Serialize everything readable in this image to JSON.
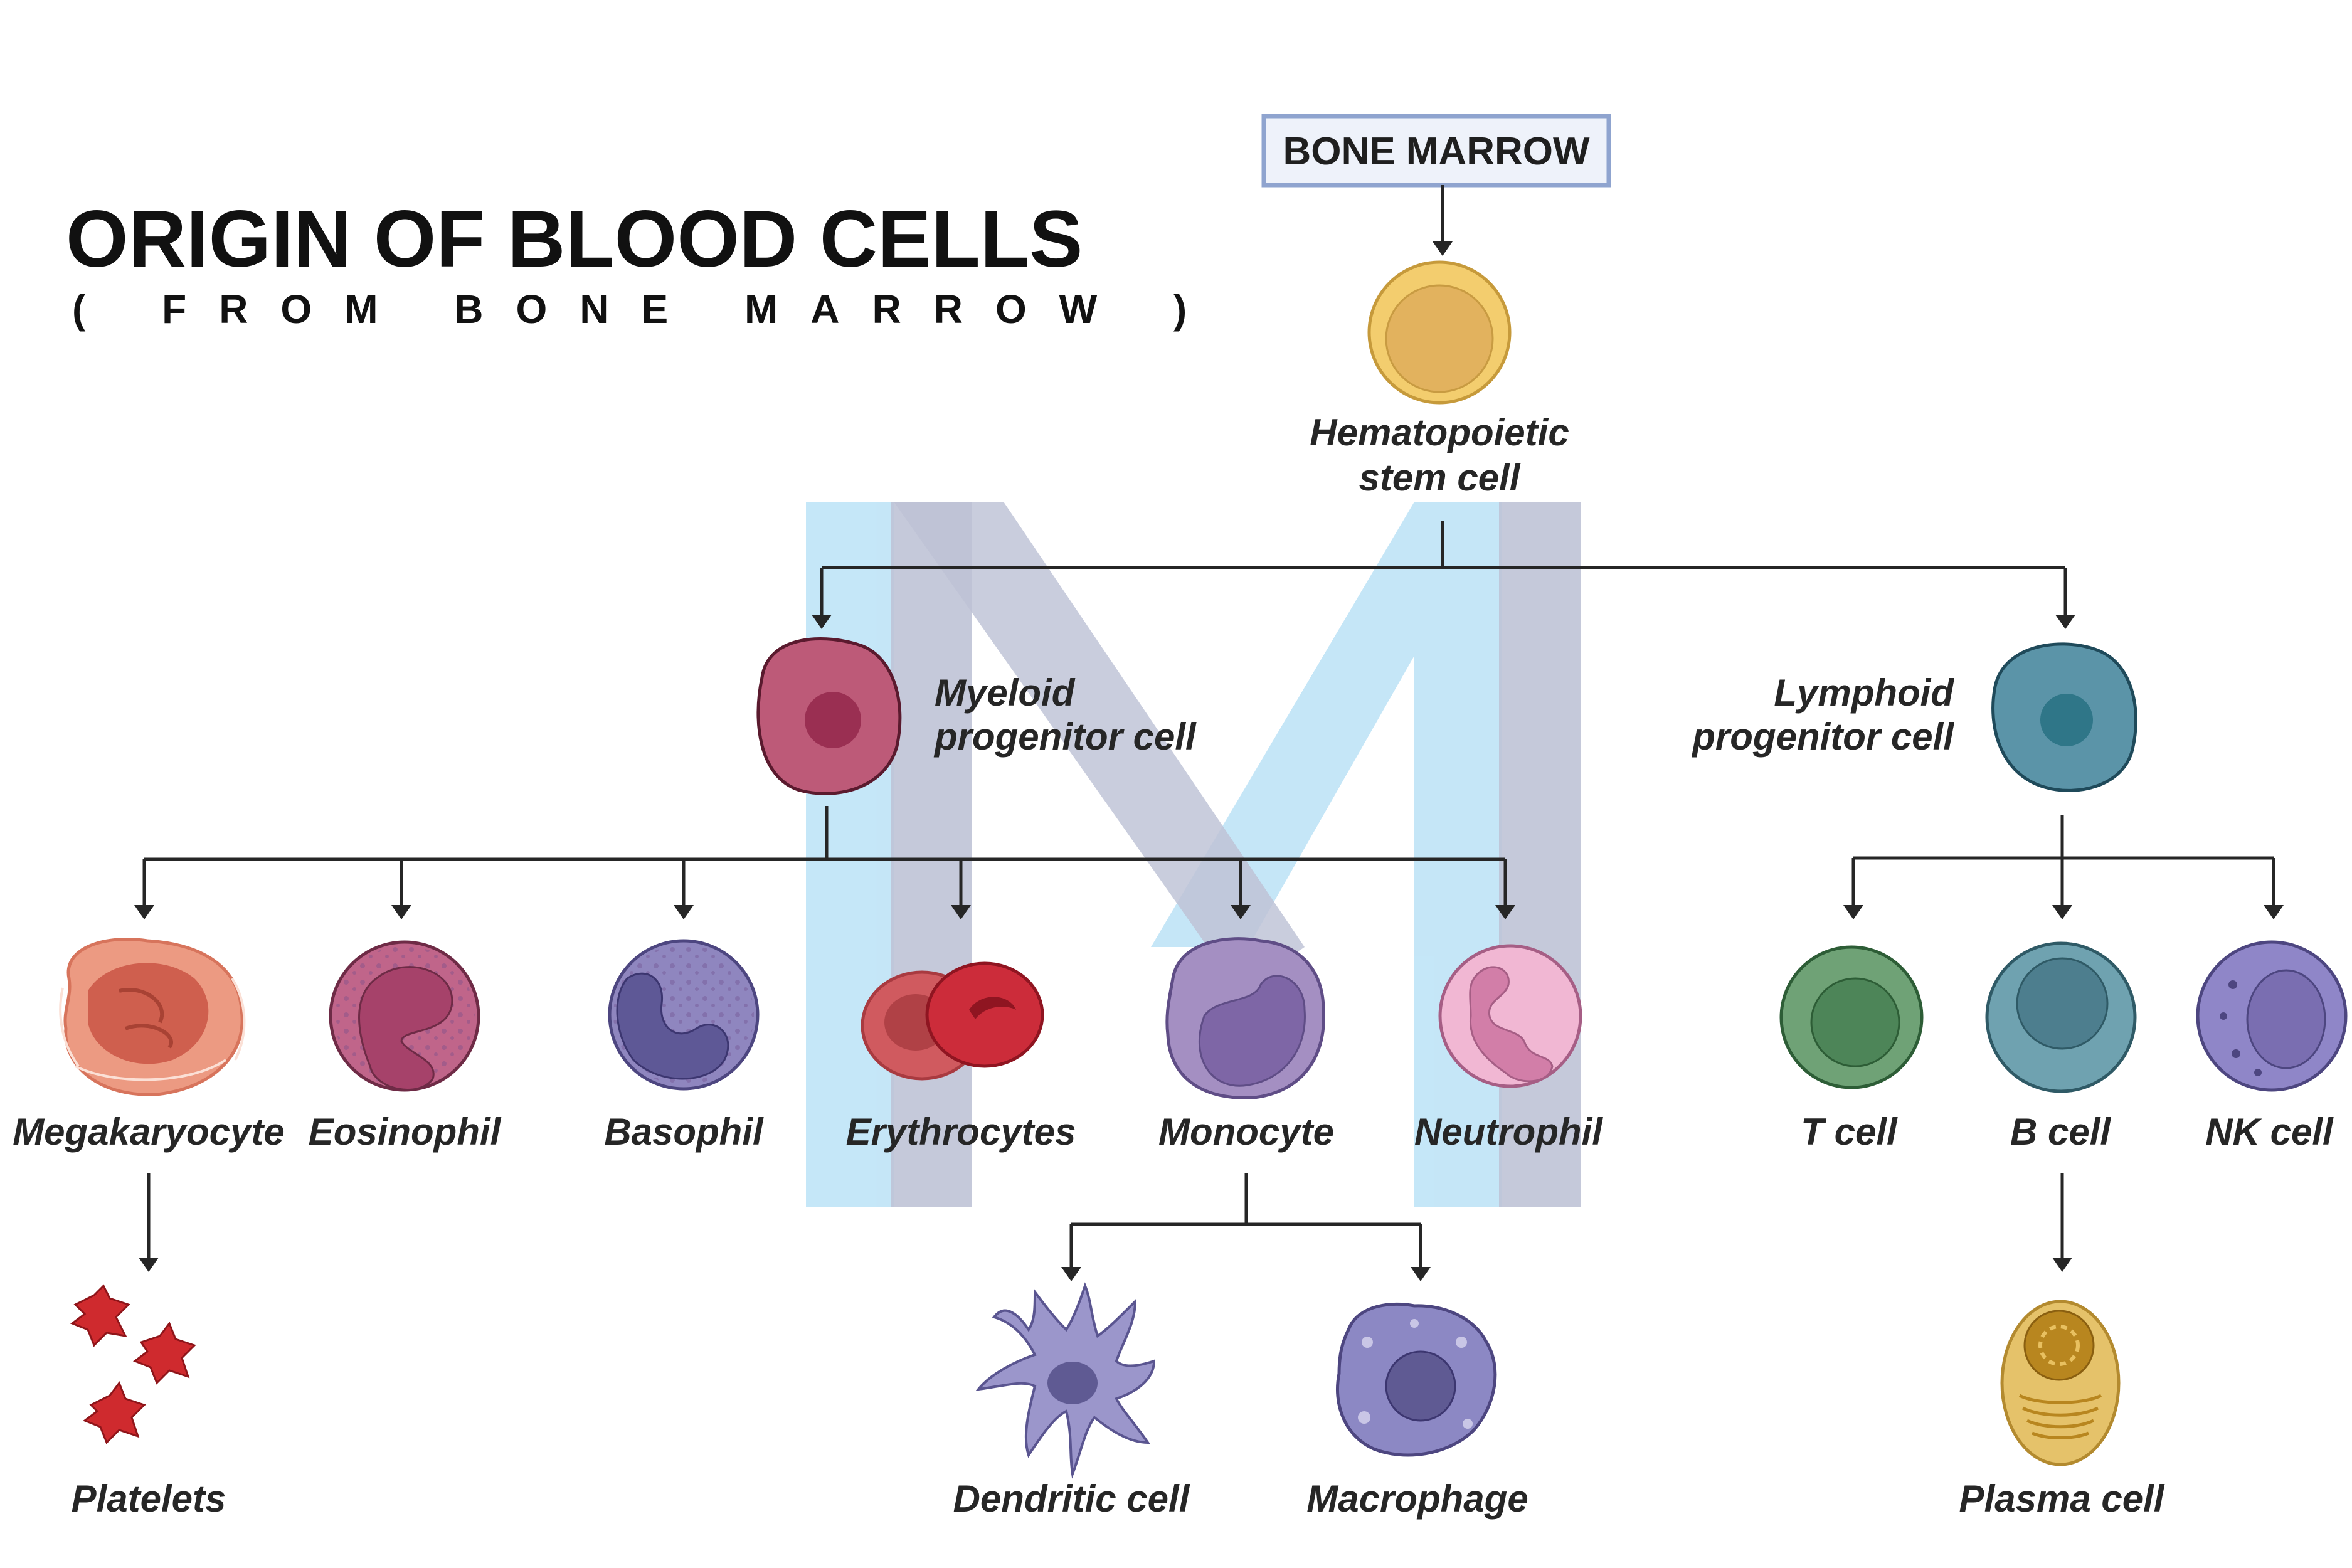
{
  "title": "ORIGIN OF BLOOD CELLS",
  "subtitle": "( FROM BONE MARROW )",
  "source_box": "BONE MARROW",
  "cells": {
    "hsc": [
      "Hematopoietic",
      "stem cell"
    ],
    "myeloid": [
      "Myeloid",
      "progenitor cell"
    ],
    "lymphoid": [
      "Lymphoid",
      "progenitor cell"
    ],
    "megakaryocyte": "Megakaryocyte",
    "eosinophil": "Eosinophil",
    "basophil": "Basophil",
    "erythrocytes": "Erythrocytes",
    "monocyte": "Monocyte",
    "neutrophil": "Neutrophil",
    "tcell": "T cell",
    "bcell": "B cell",
    "nkcell": "NK cell",
    "platelets": "Platelets",
    "dendritic": "Dendritic cell",
    "macrophage": "Macrophage",
    "plasma": "Plasma cell"
  },
  "colors": {
    "box_border": "#8fa4cf",
    "box_fill": "#eef2fa",
    "hsc": "#f3cd6e",
    "myeloid": "#bd5a78",
    "lymphoid": "#5b94a8",
    "megakaryocyte": "#ec9a82",
    "eosinophil": "#c0658a",
    "basophil": "#8f86bf",
    "erythrocyte": "#cc2c3a",
    "monocyte": "#a48fc2",
    "neutrophil": "#f1b7d3",
    "tcell": "#6fa276",
    "bcell": "#6fa2b0",
    "nkcell": "#8f86c8",
    "platelet": "#cf2a2e",
    "dendritic": "#9b96cb",
    "macrophage": "#8c88c4",
    "plasma": "#e5c26a",
    "watermark_blue": "#bfe4f7",
    "watermark_gray": "#b8bdd2"
  }
}
